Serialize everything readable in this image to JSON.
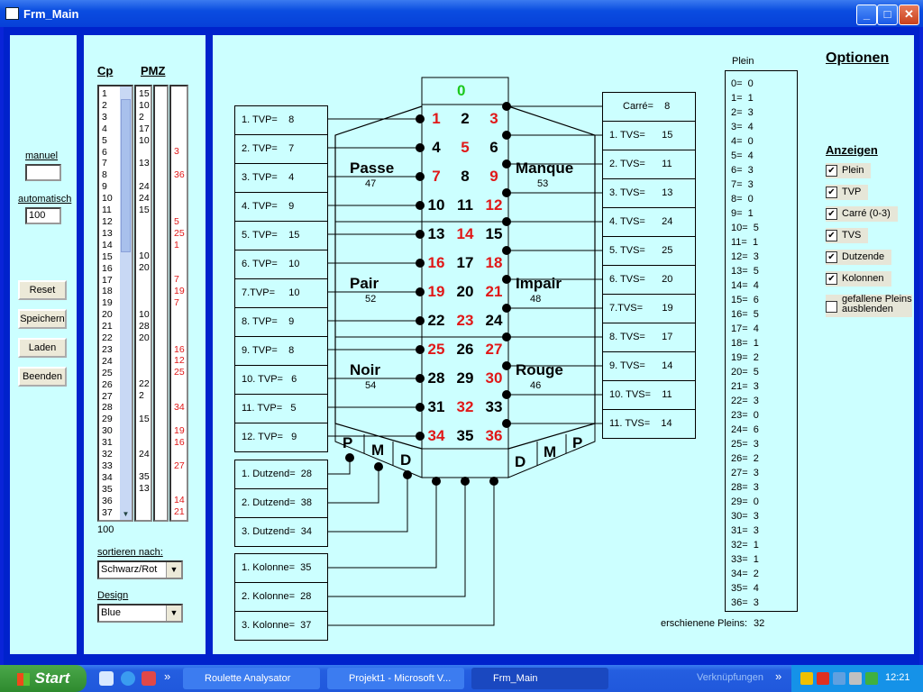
{
  "window": {
    "title": "Frm_Main",
    "btn_min": "_",
    "btn_max": "□",
    "btn_close": "✕"
  },
  "left": {
    "manuel_label": "manuel",
    "manuel_value": "",
    "auto_label": "automatisch",
    "auto_value": "100",
    "buttons": {
      "reset": "Reset",
      "speichern": "Speichern",
      "laden": "Laden",
      "beenden": "Beenden"
    }
  },
  "mid": {
    "cp_header": "Cp",
    "pmz_header": "PMZ",
    "cp_values": [
      "1",
      "2",
      "3",
      "4",
      "5",
      "6",
      "7",
      "8",
      "9",
      "10",
      "11",
      "12",
      "13",
      "14",
      "15",
      "16",
      "17",
      "18",
      "19",
      "20",
      "21",
      "22",
      "23",
      "24",
      "25",
      "26",
      "27",
      "28",
      "29",
      "30",
      "31",
      "32",
      "33",
      "34",
      "35",
      "36",
      "37"
    ],
    "col2_values": [
      "15",
      "10",
      "2",
      "17",
      "10",
      "",
      "13",
      "",
      "24",
      "24",
      "15",
      "",
      "",
      "",
      "10",
      "20",
      "",
      "",
      "",
      "10",
      "28",
      "20",
      "",
      "",
      "",
      "22",
      "2",
      "",
      "15",
      "",
      "",
      "24",
      "",
      "35",
      "13",
      "",
      ""
    ],
    "pmz_values": [
      "",
      "",
      "",
      "",
      "",
      "3",
      "",
      "36",
      "",
      "",
      "",
      "5",
      "25",
      "1",
      "",
      "",
      "7",
      "19",
      "7",
      "",
      "",
      "",
      "16",
      "12",
      "25",
      "",
      "",
      "34",
      "",
      "19",
      "16",
      "",
      "27",
      "",
      "",
      "14",
      "21"
    ],
    "total": "100",
    "sort_label": "sortieren nach:",
    "sort_value": "Schwarz/Rot",
    "design_label": "Design",
    "design_value": "Blue"
  },
  "board": {
    "zero": "0",
    "rows": [
      [
        "1",
        "2",
        "3"
      ],
      [
        "4",
        "5",
        "6"
      ],
      [
        "7",
        "8",
        "9"
      ],
      [
        "10",
        "11",
        "12"
      ],
      [
        "13",
        "14",
        "15"
      ],
      [
        "16",
        "17",
        "18"
      ],
      [
        "19",
        "20",
        "21"
      ],
      [
        "22",
        "23",
        "24"
      ],
      [
        "25",
        "26",
        "27"
      ],
      [
        "28",
        "29",
        "30"
      ],
      [
        "31",
        "32",
        "33"
      ],
      [
        "34",
        "35",
        "36"
      ]
    ],
    "reds": [
      "1",
      "3",
      "5",
      "7",
      "9",
      "12",
      "14",
      "16",
      "18",
      "19",
      "21",
      "23",
      "25",
      "27",
      "30",
      "32",
      "34",
      "36"
    ],
    "left_labels": [
      {
        "name": "Passe",
        "value": "47"
      },
      {
        "name": "Pair",
        "value": "52"
      },
      {
        "name": "Noir",
        "value": "54"
      }
    ],
    "right_labels": [
      {
        "name": "Manque",
        "value": "53"
      },
      {
        "name": "Impair",
        "value": "48"
      },
      {
        "name": "Rouge",
        "value": "46"
      }
    ],
    "bottom_left": [
      "P",
      "M",
      "D"
    ],
    "bottom_right": [
      "D",
      "M",
      "P"
    ]
  },
  "tvp": [
    "1. TVP=    8",
    "2. TVP=    7",
    "3. TVP=    4",
    "4. TVP=    9",
    "5. TVP=    15",
    "6. TVP=    10",
    "7.TVP=     10",
    "8. TVP=    9",
    "9. TVP=    8",
    "10. TVP=   6",
    "11. TVP=   5",
    "12. TVP=   9"
  ],
  "dutzend": [
    "1. Dutzend=  28",
    "2. Dutzend=  38",
    "3. Dutzend=  34"
  ],
  "kolonne": [
    "1. Kolonne=  35",
    "2. Kolonne=  28",
    "3. Kolonne=  37"
  ],
  "tvs": [
    "Carré=    8",
    "1. TVS=      15",
    "2. TVS=      11",
    "3. TVS=      13",
    "4. TVS=      24",
    "5. TVS=      25",
    "6. TVS=      20",
    "7.TVS=       19",
    "8. TVS=      17",
    "9. TVS=      14",
    "10. TVS=    11",
    "11. TVS=    14"
  ],
  "plein": {
    "title": "Plein",
    "items": [
      "0=  0",
      "1=  1",
      "2=  3",
      "3=  4",
      "4=  0",
      "5=  4",
      "6=  3",
      "7=  3",
      "8=  0",
      "9=  1",
      "10=  5",
      "11=  1",
      "12=  3",
      "13=  5",
      "14=  4",
      "15=  6",
      "16=  5",
      "17=  4",
      "18=  1",
      "19=  2",
      "20=  5",
      "21=  3",
      "22=  3",
      "23=  0",
      "24=  6",
      "25=  3",
      "26=  2",
      "27=  3",
      "28=  3",
      "29=  0",
      "30=  3",
      "31=  3",
      "32=  1",
      "33=  1",
      "34=  2",
      "35=  4",
      "36=  3"
    ],
    "summary_label": "erschienene Pleins:",
    "summary_value": "32"
  },
  "options": {
    "title": "Optionen",
    "anzeigen": "Anzeigen",
    "checks": [
      {
        "label": "Plein",
        "checked": true
      },
      {
        "label": "TVP",
        "checked": true
      },
      {
        "label": "Carré (0-3)",
        "checked": true
      },
      {
        "label": "TVS",
        "checked": true
      },
      {
        "label": "Dutzende",
        "checked": true
      },
      {
        "label": "Kolonnen",
        "checked": true
      }
    ],
    "hide_label_1": "gefallene Pleins",
    "hide_label_2": "ausblenden",
    "hide_checked": false
  },
  "taskbar": {
    "start": "Start",
    "chevron": "»",
    "tasks": [
      "Roulette Analysator",
      "Projekt1 - Microsoft V...",
      "Frm_Main"
    ],
    "links": "Verknüpfungen",
    "clock": "12:21"
  }
}
